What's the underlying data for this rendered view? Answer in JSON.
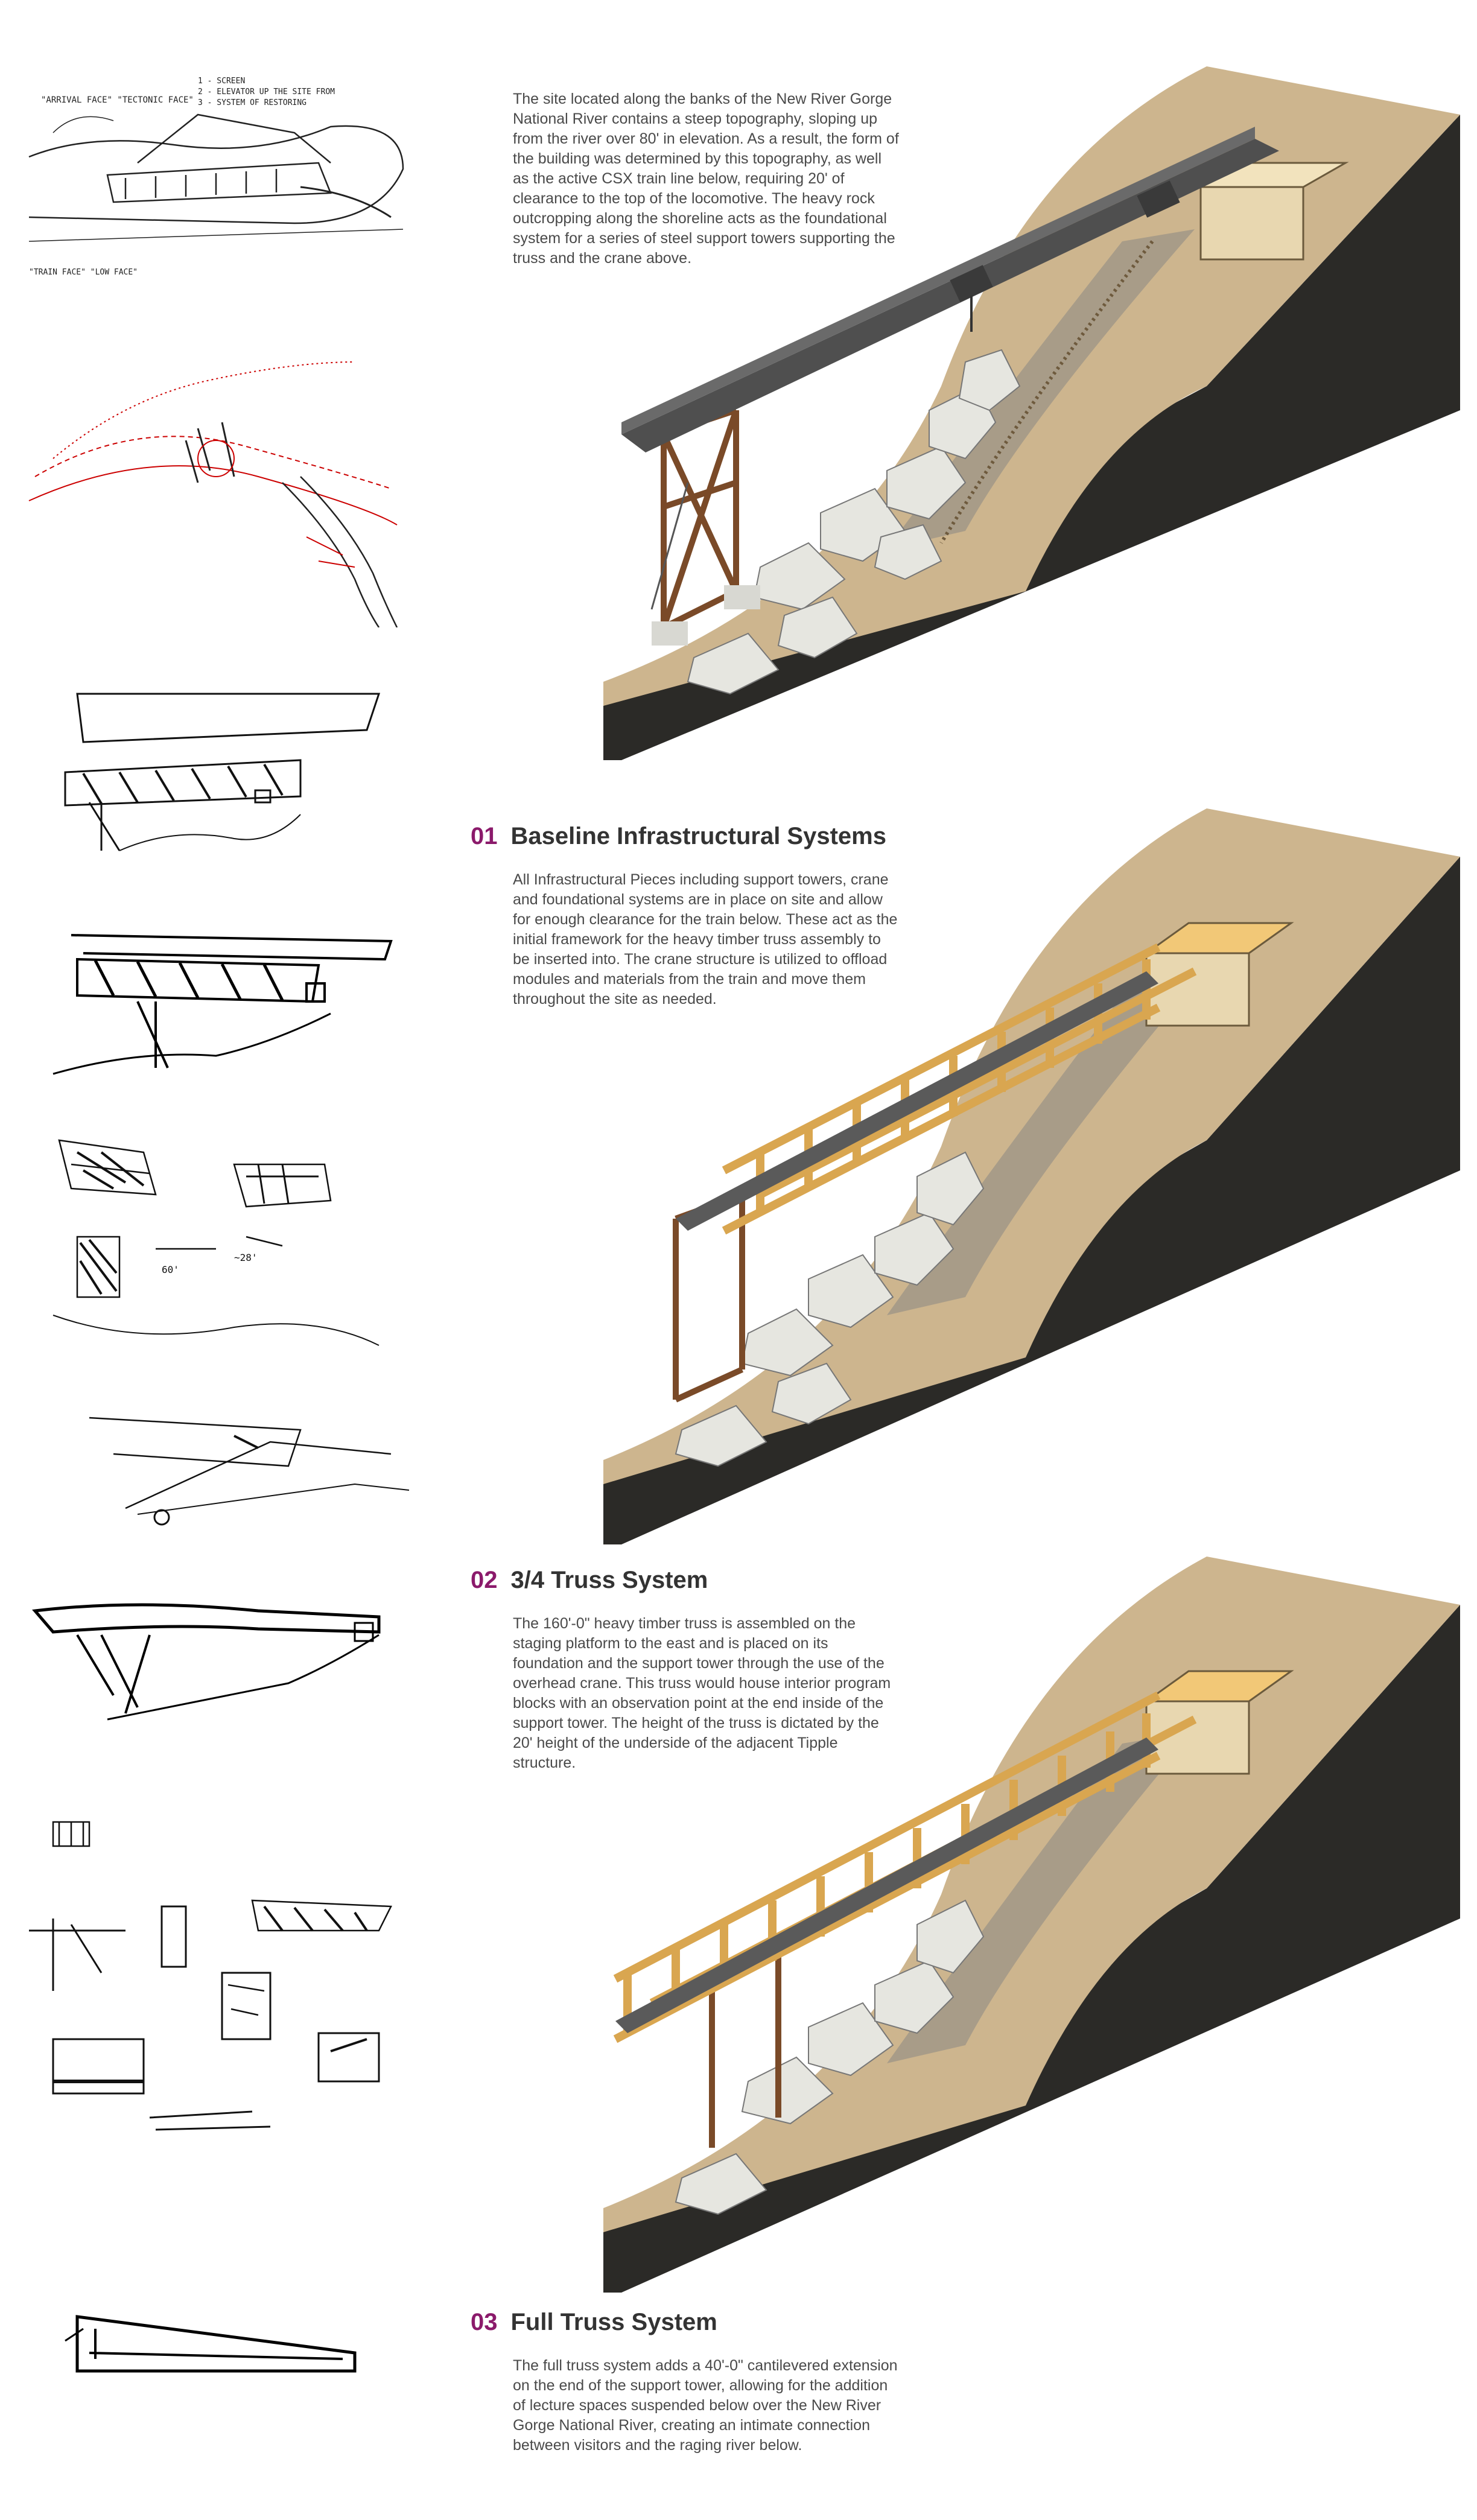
{
  "colors": {
    "accent": "#8b1a6b",
    "text": "#4a4a4a",
    "ground": "#2b2a27",
    "soil": "#cdb58e",
    "timber": "#d9a650",
    "steel": "#4f4f4f"
  },
  "intro": {
    "text": "The site located along the banks of the New River Gorge National River contains a steep topography, sloping up from the river over 80' in elevation.  As a result, the form of the building was determined by this topography, as well as the active CSX train line below, requiring 20' of clearance to the top of the locomotive.  The heavy rock outcropping along the shoreline acts as the foundational system for a series of steel support towers supporting the truss and the crane above."
  },
  "sections": [
    {
      "number": "01",
      "title": "Baseline Infrastructural Systems",
      "text": "All Infrastructural Pieces including support towers, crane and foundational systems are in place on site and allow for enough clearance for the train below. These act as the initial framework for the heavy timber truss assembly to be inserted into.  The crane structure is utilized to offload modules and materials from the train and move them throughout the site as needed."
    },
    {
      "number": "02",
      "title": "3/4 Truss System",
      "text": "The 160'-0\" heavy timber truss is assembled on the staging platform to the east and is placed on its foundation and the support tower through the use of the overhead crane. This truss would house interior program blocks with an observation point at the end inside of the support tower.  The height of the truss is dictated by the 20' height of the underside of the adjacent Tipple structure."
    },
    {
      "number": "03",
      "title": "Full Truss System",
      "text": "The full truss system adds a 40'-0\" cantilevered extension on the end of the support tower, allowing for the addition of lecture spaces suspended below over the New River Gorge National River, creating an intimate connection between visitors and the raging river below."
    }
  ],
  "sketch_notes": {
    "note_a": "\"ARRIVAL FACE\" \"TECTONIC FACE\"",
    "note_b": "1 - SCREEN",
    "note_c": "2 - ELEVATOR UP THE SITE FROM",
    "note_d": "3 - SYSTEM OF RESTORING",
    "note_e": "\"TRAIN FACE\" \"LOW FACE\"",
    "note_f": "60'",
    "note_g": "~28'"
  }
}
